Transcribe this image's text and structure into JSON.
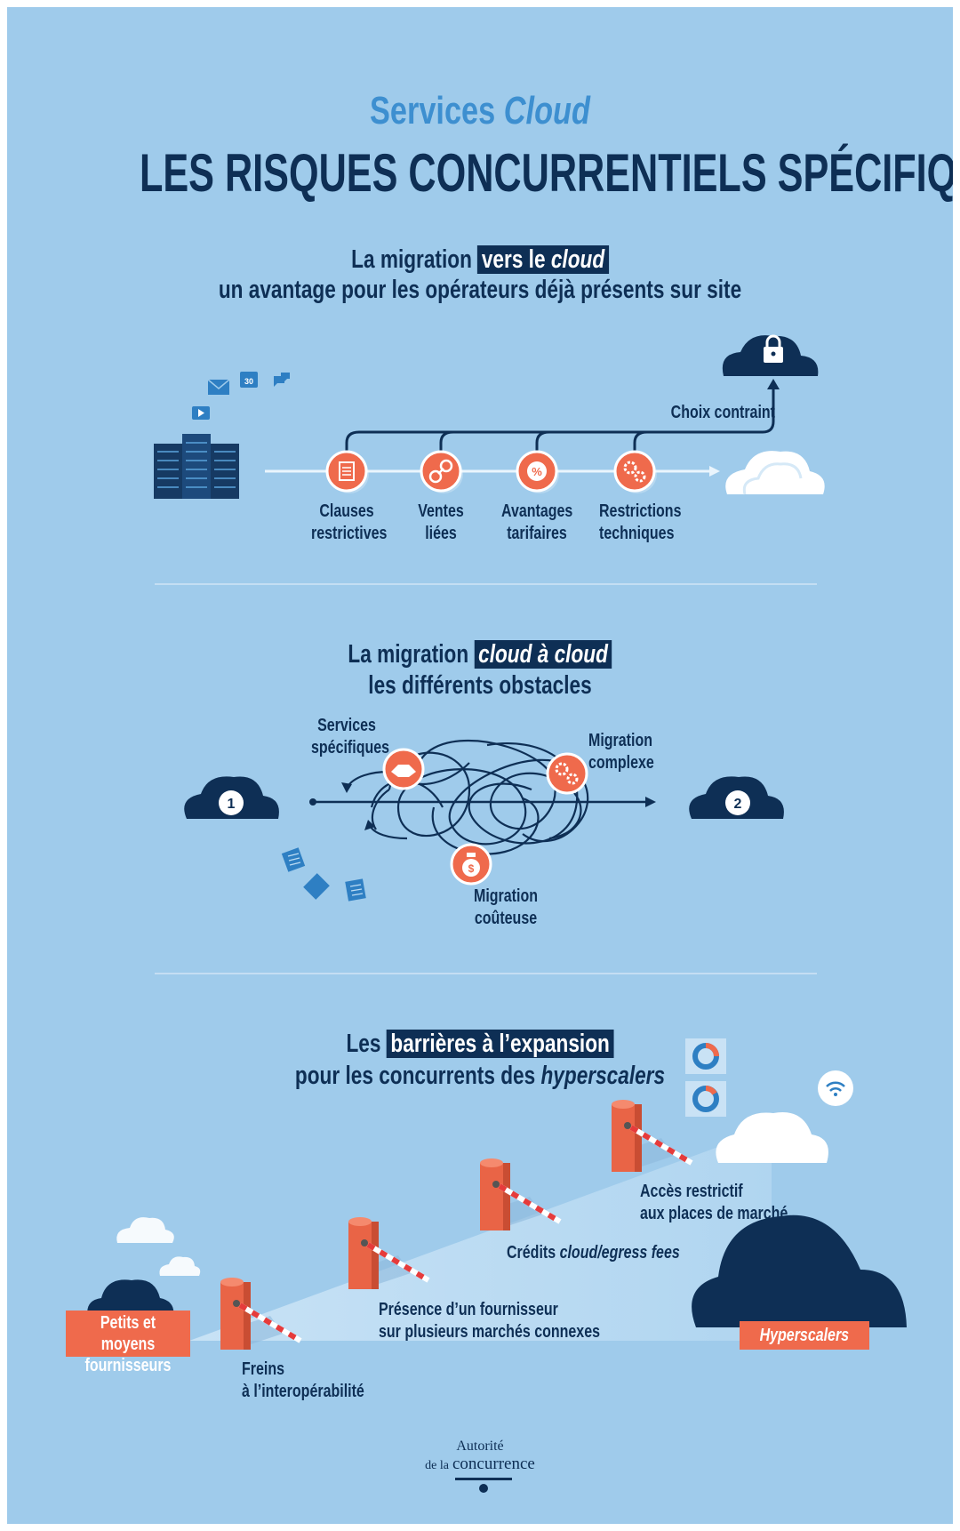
{
  "header": {
    "kicker_prefix": "Services",
    "kicker_italic": "Cloud",
    "title": "LES RISQUES CONCURRENTIELS SPÉCIFIQUES"
  },
  "section1": {
    "title_prefix": "La migration",
    "title_highlight": "vers le",
    "title_highlight_italic": "cloud",
    "subtitle": "un avantage pour les opérateurs déjà présents sur site",
    "choice_label": "Choix contraint",
    "calendar_number": "30",
    "steps": [
      {
        "line1": "Clauses",
        "line2": "restrictives",
        "icon": "document-icon"
      },
      {
        "line1": "Ventes",
        "line2": "liées",
        "icon": "link-icon"
      },
      {
        "line1": "Avantages",
        "line2": "tarifaires",
        "icon": "percent-icon"
      },
      {
        "line1": "Restrictions",
        "line2": "techniques",
        "icon": "gears-icon"
      }
    ]
  },
  "section2": {
    "title_prefix": "La migration",
    "title_highlight_italic": "cloud à cloud",
    "subtitle": "les différents obstacles",
    "cloud_1": "1",
    "cloud_2": "2",
    "obstacles": {
      "services_l1": "Services",
      "services_l2": "spécifiques",
      "complex_l1": "Migration",
      "complex_l2": "complexe",
      "costly_l1": "Migration",
      "costly_l2": "coûteuse"
    },
    "money_symbol": "$"
  },
  "section3": {
    "title_prefix": "Les",
    "title_highlight": "barrières à l’expansion",
    "subtitle_prefix": "pour les concurrents des",
    "subtitle_italic": "hyperscalers",
    "small_providers_l1": "Petits et moyens",
    "small_providers_l2": "fournisseurs",
    "hyperscalers": "Hyperscalers",
    "barriers": {
      "b1_l1": "Freins",
      "b1_l2": "à l’interopérabilité",
      "b2_l1": "Présence d’un fournisseur",
      "b2_l2": "sur plusieurs marchés connexes",
      "b3_prefix": "Crédits",
      "b3_italic": "cloud/egress fees",
      "b4_l1": "Accès restrictif",
      "b4_l2": "aux places de marché"
    }
  },
  "footer": {
    "logo_l1": "Autorité",
    "logo_l2_small": "de la",
    "logo_l2_large": "concurrence"
  },
  "colors": {
    "background": "#9fcbeb",
    "navy": "#0e2f55",
    "orange": "#ef6a4c",
    "title_blue": "#3d8fd0"
  }
}
